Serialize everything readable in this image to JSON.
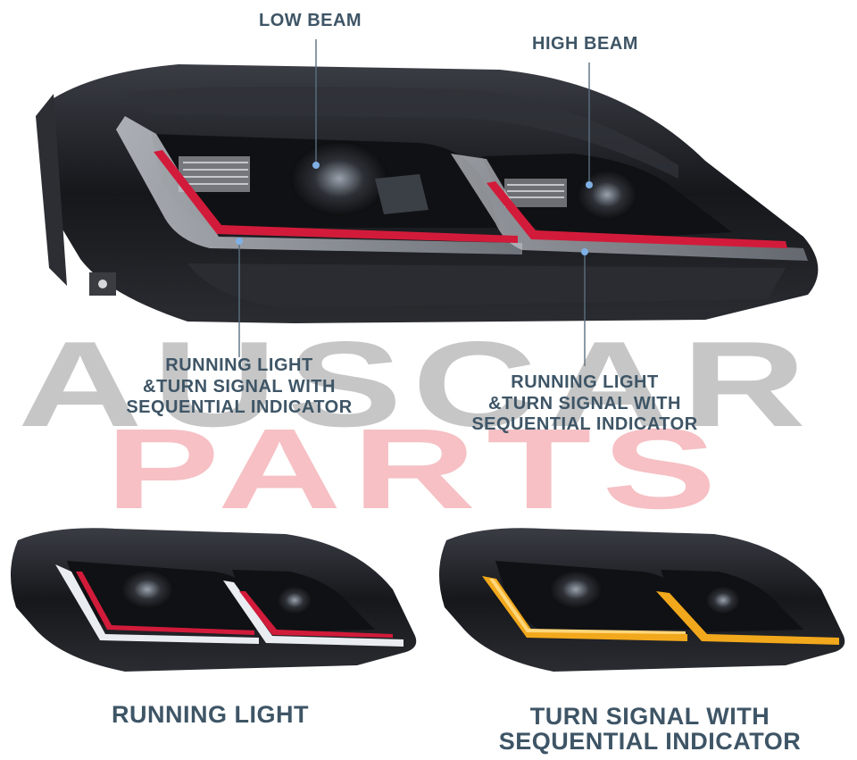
{
  "watermark": {
    "line1": "AUSCAR",
    "line2": "PARTS"
  },
  "labels": {
    "low_beam": "LOW BEAM",
    "high_beam": "HIGH BEAM",
    "running_left": [
      "RUNNING LIGHT",
      "&TURN SIGNAL WITH",
      "SEQUENTIAL INDICATOR"
    ],
    "running_right": [
      "RUNNING LIGHT",
      "&TURN SIGNAL WITH",
      "SEQUENTIAL INDICATOR"
    ],
    "caption_left": "RUNNING LIGHT",
    "caption_right": [
      "TURN SIGNAL WITH",
      "SEQUENTIAL INDICATOR"
    ]
  },
  "colors": {
    "text": "#3e5566",
    "drl_red": "#d21b3a",
    "turn_amber": "#f2a81c",
    "housing": "#1b1d22"
  }
}
